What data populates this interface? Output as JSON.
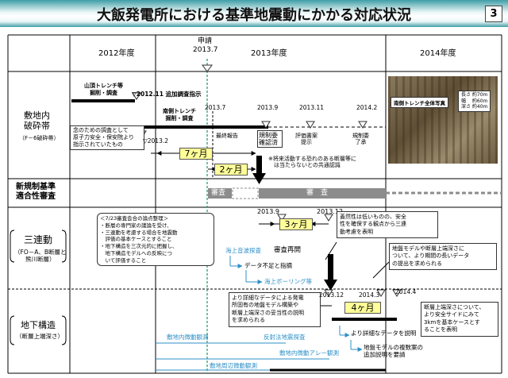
{
  "title": "大飯発電所における基準地震動にかかる対応状況",
  "page_number": "3",
  "header": {
    "year_2012": "2012年度",
    "year_2013": "2013年度",
    "year_2014": "2014年度",
    "application": "申請",
    "application_date": "2013.7"
  },
  "rows": {
    "fault_zone": {
      "label": "敷地内\n破砕帯",
      "sub": "（F－6破砕帯）"
    },
    "new_standard": {
      "label": "新規制基準\n適合性審査"
    },
    "three_faults": {
      "label": "三連動",
      "sub": "（FO－A、B断層と\n熊川断層）"
    },
    "underground": {
      "label": "地下構造",
      "sub": "（断層上端深さ）"
    }
  },
  "fault_zone": {
    "trench_survey_label": "山頂トレンチ等\n掘削・調査",
    "additional_order": "▽2012.11 追加調査指示",
    "south_trench_label": "南側トレンチ\n掘削・調査",
    "note_box": "念のための調査として\n原子力安全・保安院より\n指示されていたもの",
    "d_2013_2": "▽2013.2",
    "d_2013_7": "2013.7",
    "d_2013_9": "2013.9",
    "d_2013_11": "2013.11",
    "d_2014_2": "2014.2",
    "final_report": "最終報告",
    "regulation_committee_box": "規制委\n確認済",
    "eval_draft": "評価書案\n提示",
    "regulation_approval": "規制委\n了承",
    "seven_months": "7ヶ月",
    "two_months": "2ヶ月",
    "consensus_note": "※将来活動する恐れのある断層等に\n　は当たらないとの共通認識",
    "photo_caption": "南側トレンチ全体写真",
    "photo_dims": "長さ 約70m\n幅　 約60m\n深さ 約40m"
  },
  "new_standard": {
    "review_label": "審査",
    "review_label2": "審　査"
  },
  "three_faults": {
    "note_box": "＜7/23審査会合の論点整理＞\n・断層の専門家の議論を受け、\n・三連動を考慮する場合を地震動\n　評価の基本ケースとすること\n・地下構造を三次元的に把握し、\n　地下構造モデルへの反映につ\n　いて評価すること",
    "d_2013_9": "2013.9",
    "d_2013_12": "2013.12",
    "three_months": "3ヶ月",
    "sea_survey": "海上音波探査",
    "review_resume": "審査再開",
    "data_lack": "データ不足と指摘",
    "sea_boring": "海上ボーリング等",
    "eval_box": "蓋然性は低いものの、安全\n性を確保する観点から三連\n動考慮を表明"
  },
  "underground": {
    "request_box": "地盤モデルや断層上端深さに\nついて、より期間の長いデータ\nの提出を求められる",
    "detail_box": "より詳細なデータによる発電\n所固有の地盤モデル構築や\n断層上端深さの妥当性の説明\nを求められる",
    "d_2013_12": "2013.12",
    "d_2014_3": "2014.3",
    "d_2014_4": "2014.4",
    "four_months": "4ヶ月",
    "detail_data": "より詳細なデータを説明",
    "ground_model": "地盤モデルの複数案の\n追加説明を要請",
    "decision_box": "断層上端深さについて、\nより安全サイドにみて\n3kmを基本ケースとす\nることを表明",
    "site_obs": "敷地内微動観測",
    "reflection": "反射法地震探査",
    "site_array": "敷地内微動アレー観測",
    "surrounding_obs": "敷地周辺微動観測"
  },
  "colors": {
    "accent_blue": "#2d8fc7",
    "highlight_yellow": "#ffff99",
    "dashed_green": "#2f9e6a",
    "review_gray": "#8c8c8c"
  }
}
